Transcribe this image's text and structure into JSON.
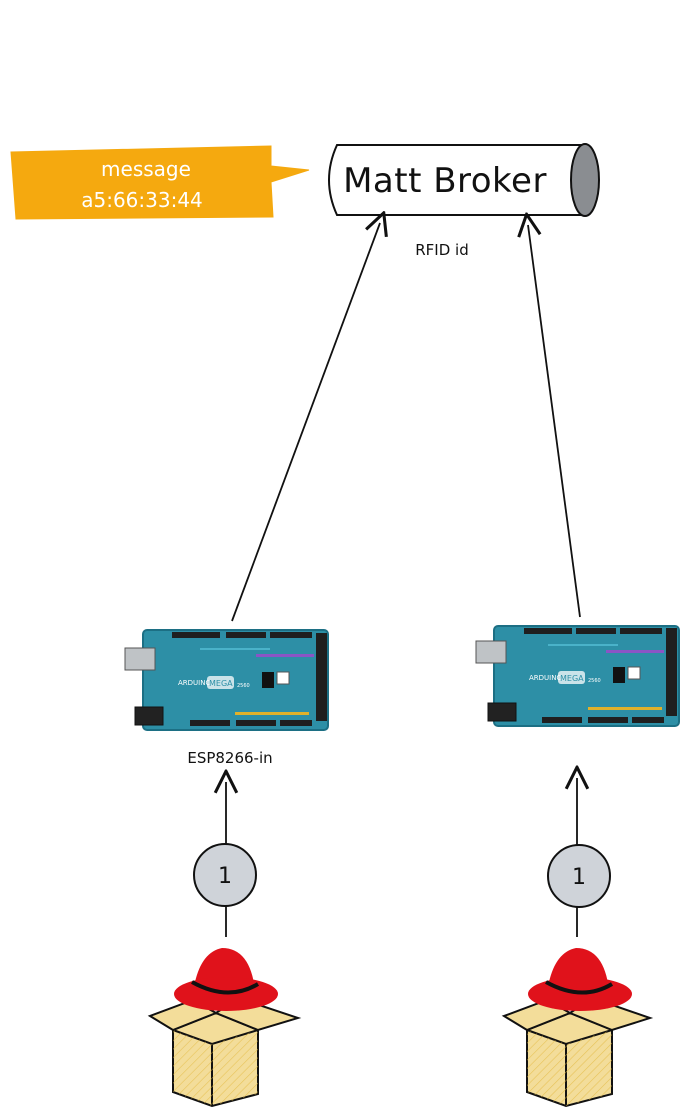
{
  "broker": {
    "label": "Matt Broker"
  },
  "callout": {
    "line1": "message",
    "line2": "a5:66:33:44",
    "color": "#f5a90f"
  },
  "edge_label": "RFID id",
  "boards": [
    {
      "brand": "ARDUINO",
      "model": "MEGA",
      "sub": "2560",
      "caption": "ESP8266-in"
    },
    {
      "brand": "ARDUINO",
      "model": "MEGA",
      "sub": "2560",
      "caption": ""
    }
  ],
  "steps": [
    {
      "label": "1"
    },
    {
      "label": "1"
    }
  ],
  "colors": {
    "board": "#2d8fa6",
    "hat": "#e0121b",
    "box": "#f3dd9a",
    "step": "#cfd3d9",
    "cylinder_end": "#8a8d91"
  }
}
